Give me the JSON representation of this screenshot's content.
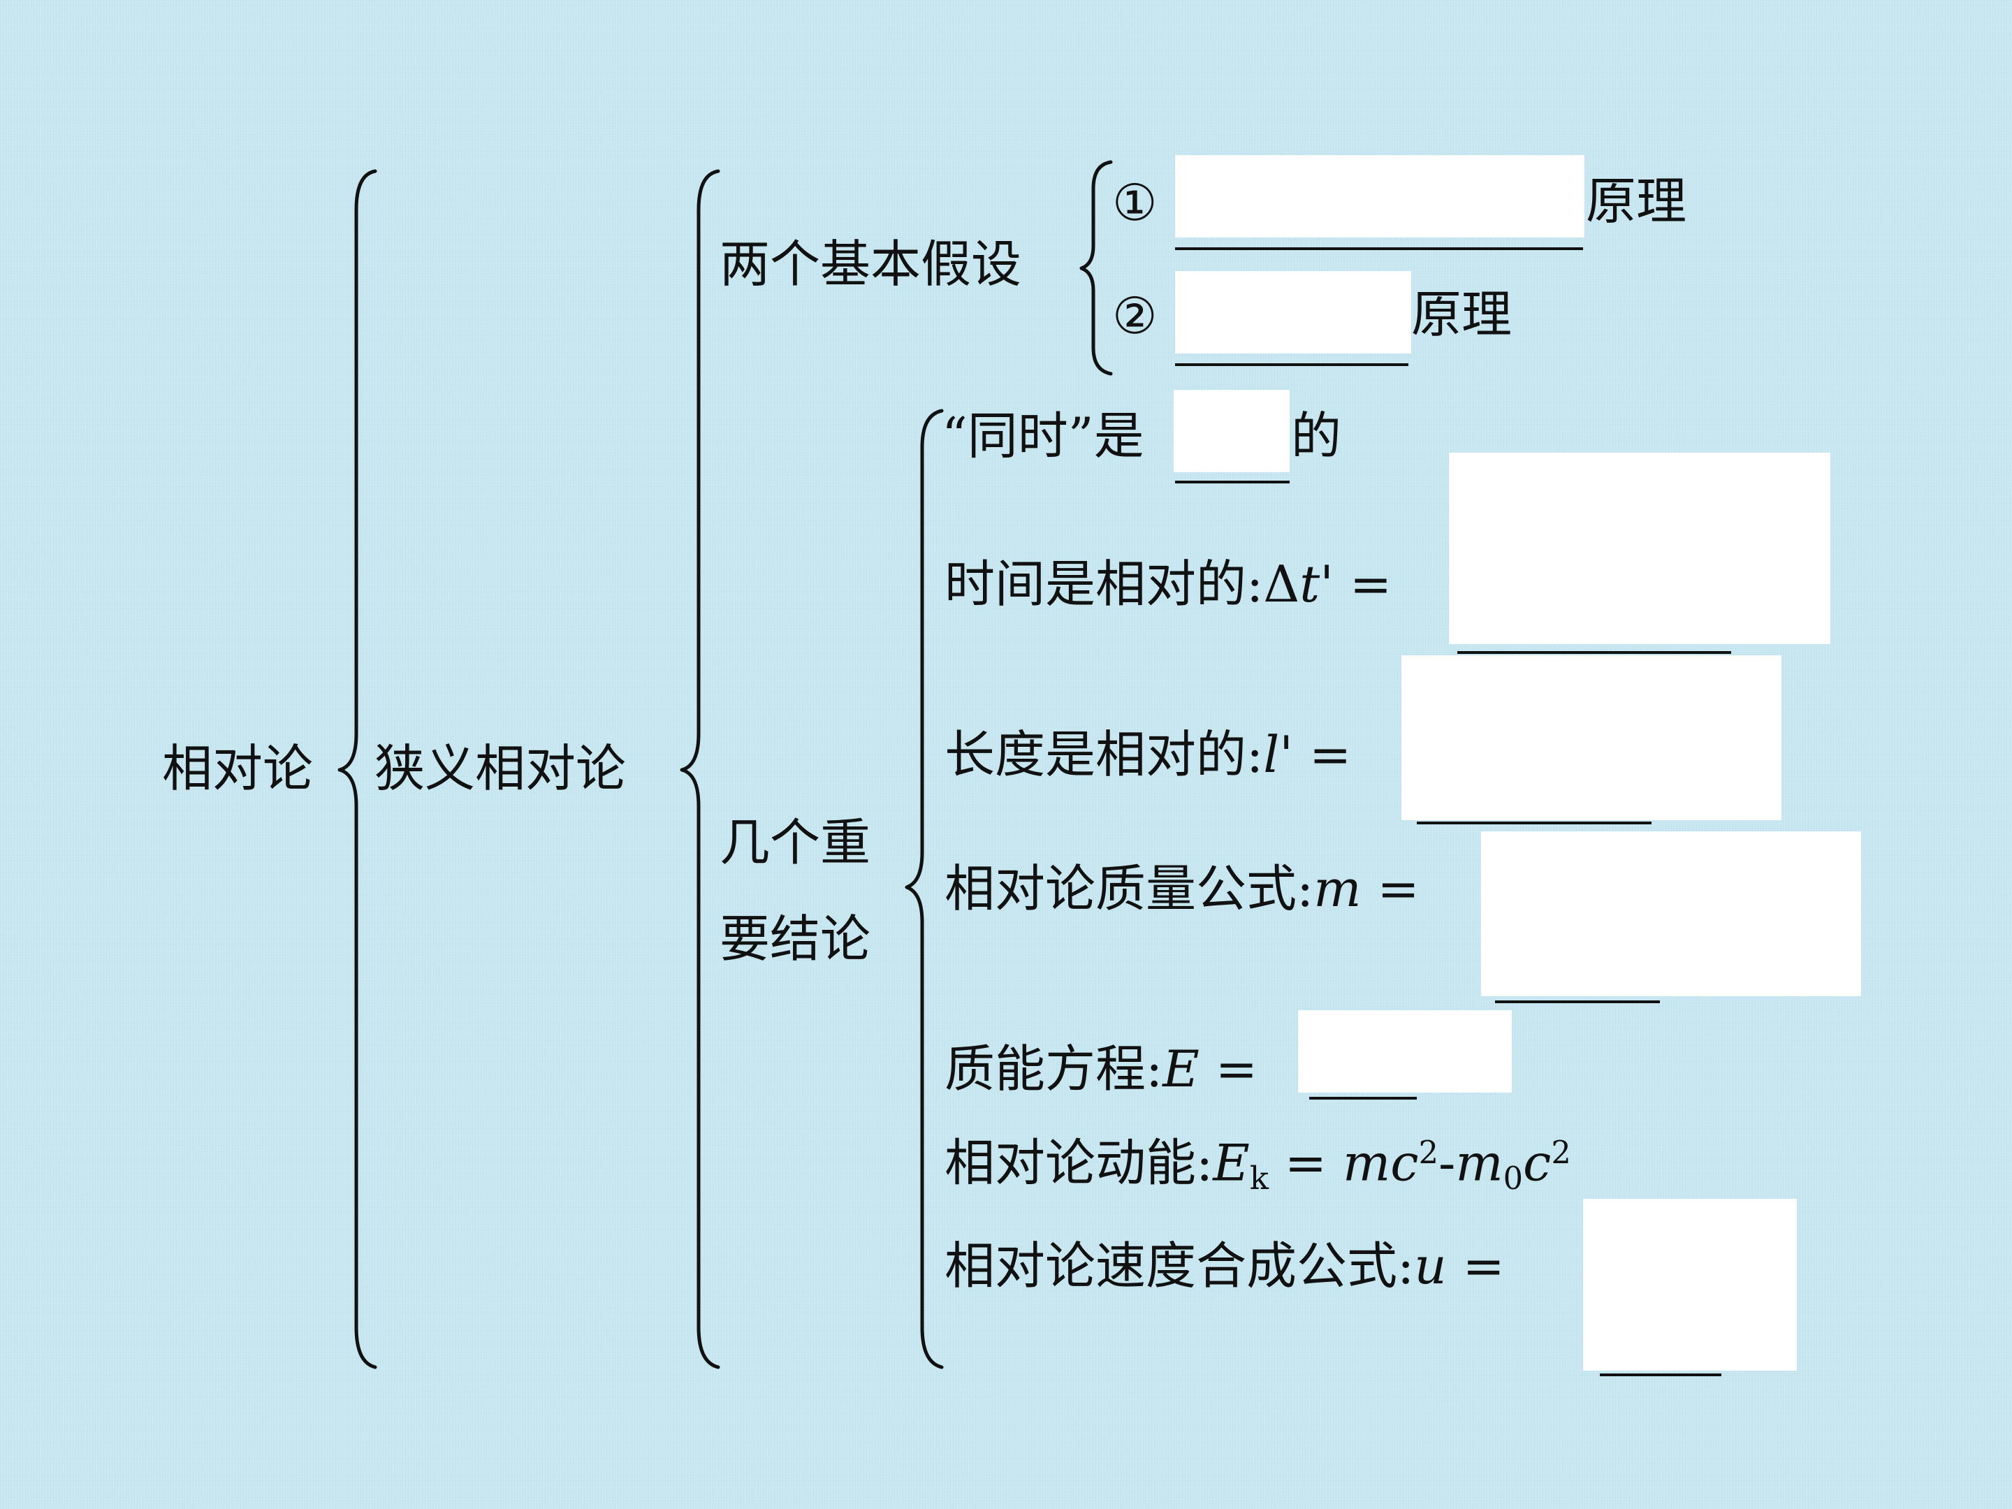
{
  "root": "相对论",
  "branch": "狭义相对论",
  "postulates": {
    "label": "两个基本假设",
    "items": [
      {
        "marker": "①",
        "suffix": "原理"
      },
      {
        "marker": "②",
        "suffix": "原理"
      }
    ]
  },
  "conclusions": {
    "label_line1": "几个重",
    "label_line2": "要结论",
    "simultaneity": {
      "prefix": "“同时”是",
      "suffix": "的"
    },
    "time": {
      "text": "时间是相对的:",
      "symbol": "Δ",
      "var": "t",
      "prime": "'",
      "eq": " ="
    },
    "length": {
      "text": "长度是相对的:",
      "var": "l",
      "prime": "'",
      "eq": " ="
    },
    "mass": {
      "text": "相对论质量公式:",
      "var": "m",
      "eq": " ="
    },
    "energy": {
      "text": "质能方程:",
      "var": "E",
      "eq": " ="
    },
    "kinetic": {
      "text": "相对论动能:",
      "var": "E",
      "sub": "k",
      "eq": " =",
      "m": "m",
      "c": "c",
      "exp": "2",
      "dash": "-",
      "m0": "m",
      "m0_sub": "0",
      "c2": "c",
      "exp2": "2"
    },
    "velocity": {
      "text": "相对论速度合成公式:",
      "var": "u",
      "eq": " ="
    }
  }
}
